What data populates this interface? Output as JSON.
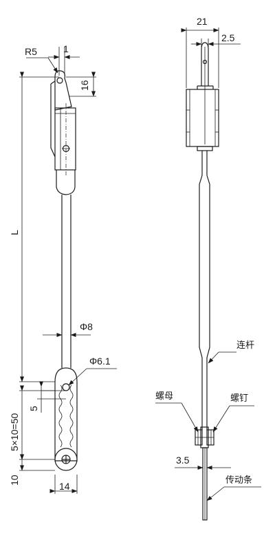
{
  "dimensions": {
    "r5": "R5",
    "d1": "1",
    "d16": "16",
    "dL": "L",
    "phi8": "Φ8",
    "phi61": "Φ6.1",
    "d5": "5",
    "d5x10": "5×10=50",
    "d10": "10",
    "d14": "14",
    "d21": "21",
    "d25": "2.5",
    "d35": "3.5"
  },
  "labels": {
    "link_rod": "连杆",
    "nut": "螺母",
    "screw": "螺钉",
    "drive_strip": "传动条"
  }
}
